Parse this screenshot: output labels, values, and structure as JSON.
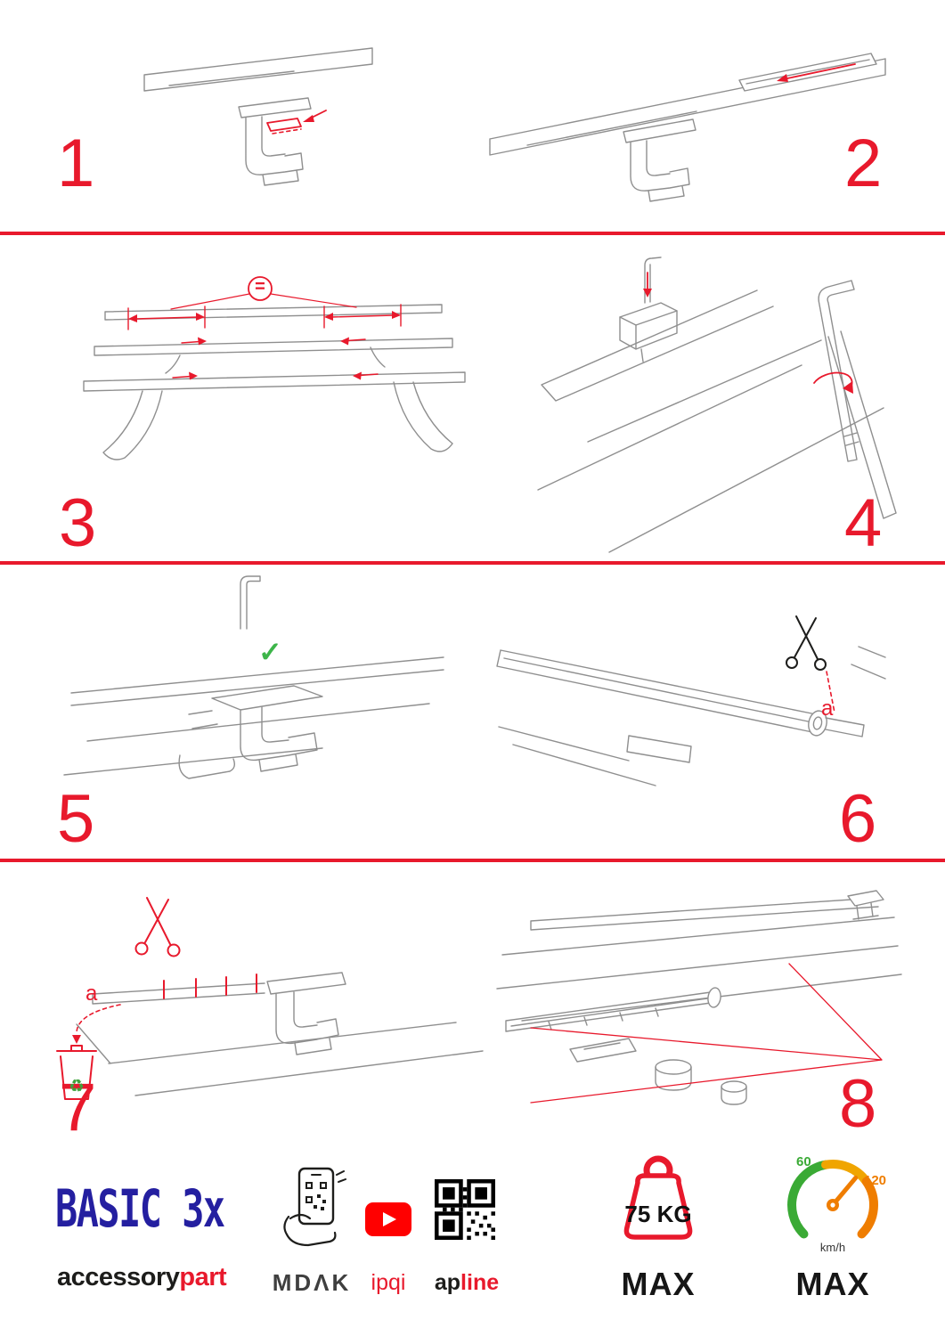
{
  "colors": {
    "accent": "#e8192c",
    "brand-blue": "#241fa0",
    "check-green": "#3db54a",
    "gauge-green": "#3aaa35",
    "gauge-amber": "#f0a500",
    "gauge-orange": "#ef7d00",
    "youtube-red": "#ff0000"
  },
  "steps": [
    {
      "number": "1"
    },
    {
      "number": "2"
    },
    {
      "number": "3"
    },
    {
      "number": "4"
    },
    {
      "number": "5"
    },
    {
      "number": "6"
    },
    {
      "number": "7"
    },
    {
      "number": "8"
    }
  ],
  "annotations": {
    "equal_symbol": "=",
    "checkmark": "✓",
    "label_a": "a",
    "recycle_symbol": "♻"
  },
  "footer": {
    "product_name": "BASIC 3x",
    "brand_black": "accessory",
    "brand_red": "part",
    "partner_mdak": "MDΛK",
    "partner_ipqi": "ipqi",
    "partner_apline_black": "ap",
    "partner_apline_red": "line",
    "weight_value": "75 KG",
    "weight_max": "MAX",
    "speed_low": "60",
    "speed_high": "120",
    "speed_unit": "km/h",
    "speed_max": "MAX"
  }
}
